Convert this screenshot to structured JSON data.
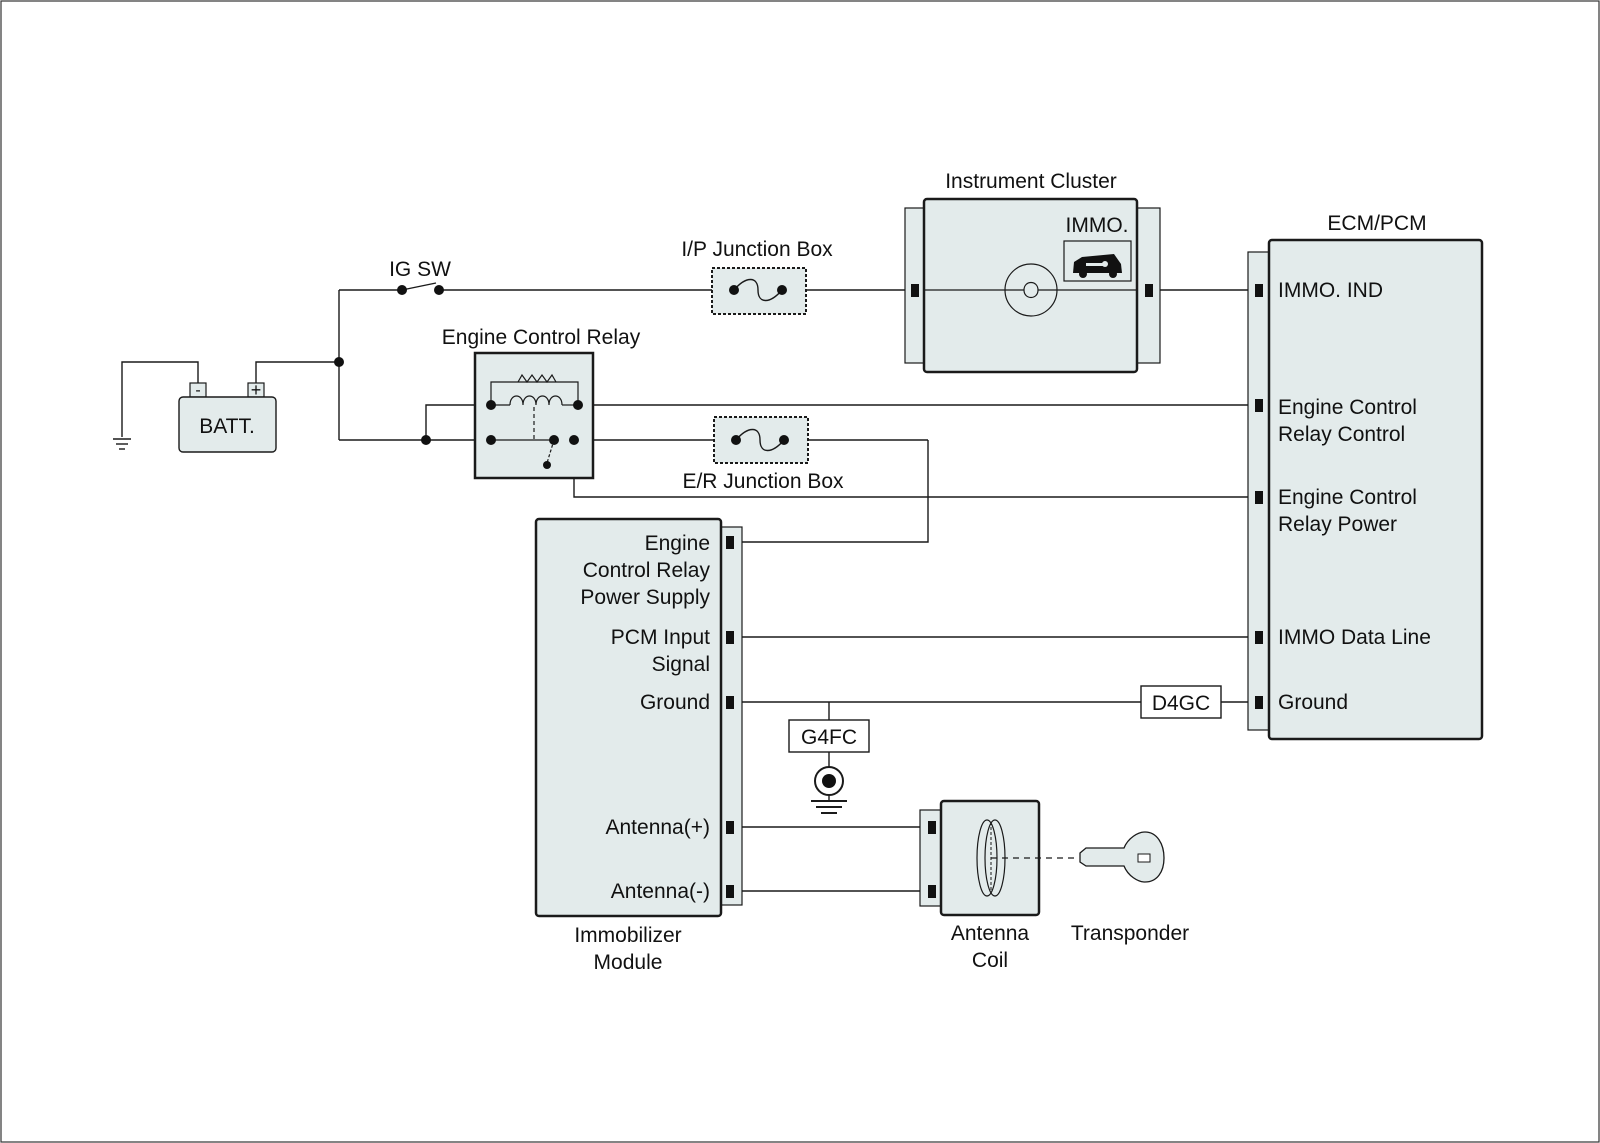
{
  "components": {
    "battery": {
      "label": "BATT.",
      "minus": "-",
      "plus": "+"
    },
    "ig_switch": {
      "label": "IG SW"
    },
    "ip_junction_box": {
      "label": "I/P Junction Box"
    },
    "er_junction_box": {
      "label": "E/R Junction Box"
    },
    "engine_control_relay": {
      "label": "Engine Control Relay"
    },
    "instrument_cluster": {
      "label": "Instrument Cluster",
      "immo_label": "IMMO."
    },
    "ecm_pcm": {
      "label": "ECM/PCM",
      "pins": {
        "immo_ind": "IMMO. IND",
        "relay_control_1": "Engine Control",
        "relay_control_2": "Relay Control",
        "relay_power_1": "Engine Control",
        "relay_power_2": "Relay Power",
        "immo_data": "IMMO Data Line",
        "ground": "Ground"
      }
    },
    "immobilizer_module": {
      "label_1": "Immobilizer",
      "label_2": "Module",
      "pins": {
        "relay_supply_1": "Engine",
        "relay_supply_2": "Control Relay",
        "relay_supply_3": "Power Supply",
        "pcm_input_1": "PCM Input",
        "pcm_input_2": "Signal",
        "ground": "Ground",
        "antenna_plus": "Antenna(+)",
        "antenna_minus": "Antenna(-)"
      }
    },
    "antenna_coil": {
      "label_1": "Antenna",
      "label_2": "Coil"
    },
    "transponder": {
      "label": "Transponder"
    },
    "ground_g4fc": {
      "label": "G4FC"
    },
    "ground_d4gc": {
      "label": "D4GC"
    }
  },
  "colors": {
    "box_fill": "#e3ebeb",
    "line": "#1a1a1a"
  }
}
